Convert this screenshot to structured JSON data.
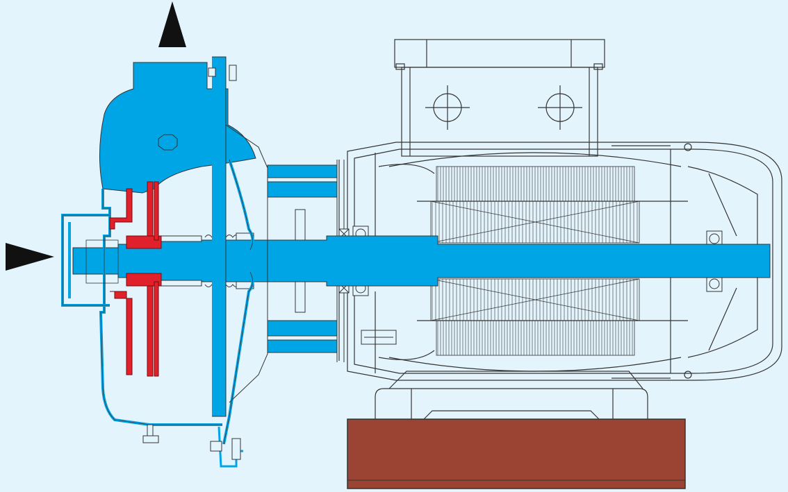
{
  "diagram": {
    "kind": "pump-cross-section",
    "components": [
      "flow-arrow-up-icon",
      "flow-arrow-right-icon",
      "pump-volute",
      "outlet-flange",
      "inlet-port",
      "impeller",
      "mechanical-seal",
      "shaft",
      "motor-flange",
      "bearing",
      "stator-winding",
      "rotor",
      "terminal-box",
      "motor-housing",
      "fan-cover",
      "motor-feet",
      "base-plate"
    ],
    "colors": {
      "background": "#e4f4fc",
      "pump_body": "#00a5e6",
      "impeller": "#e0202a",
      "base": "#9b4433",
      "line": "#333333",
      "arrow": "#111111"
    }
  }
}
